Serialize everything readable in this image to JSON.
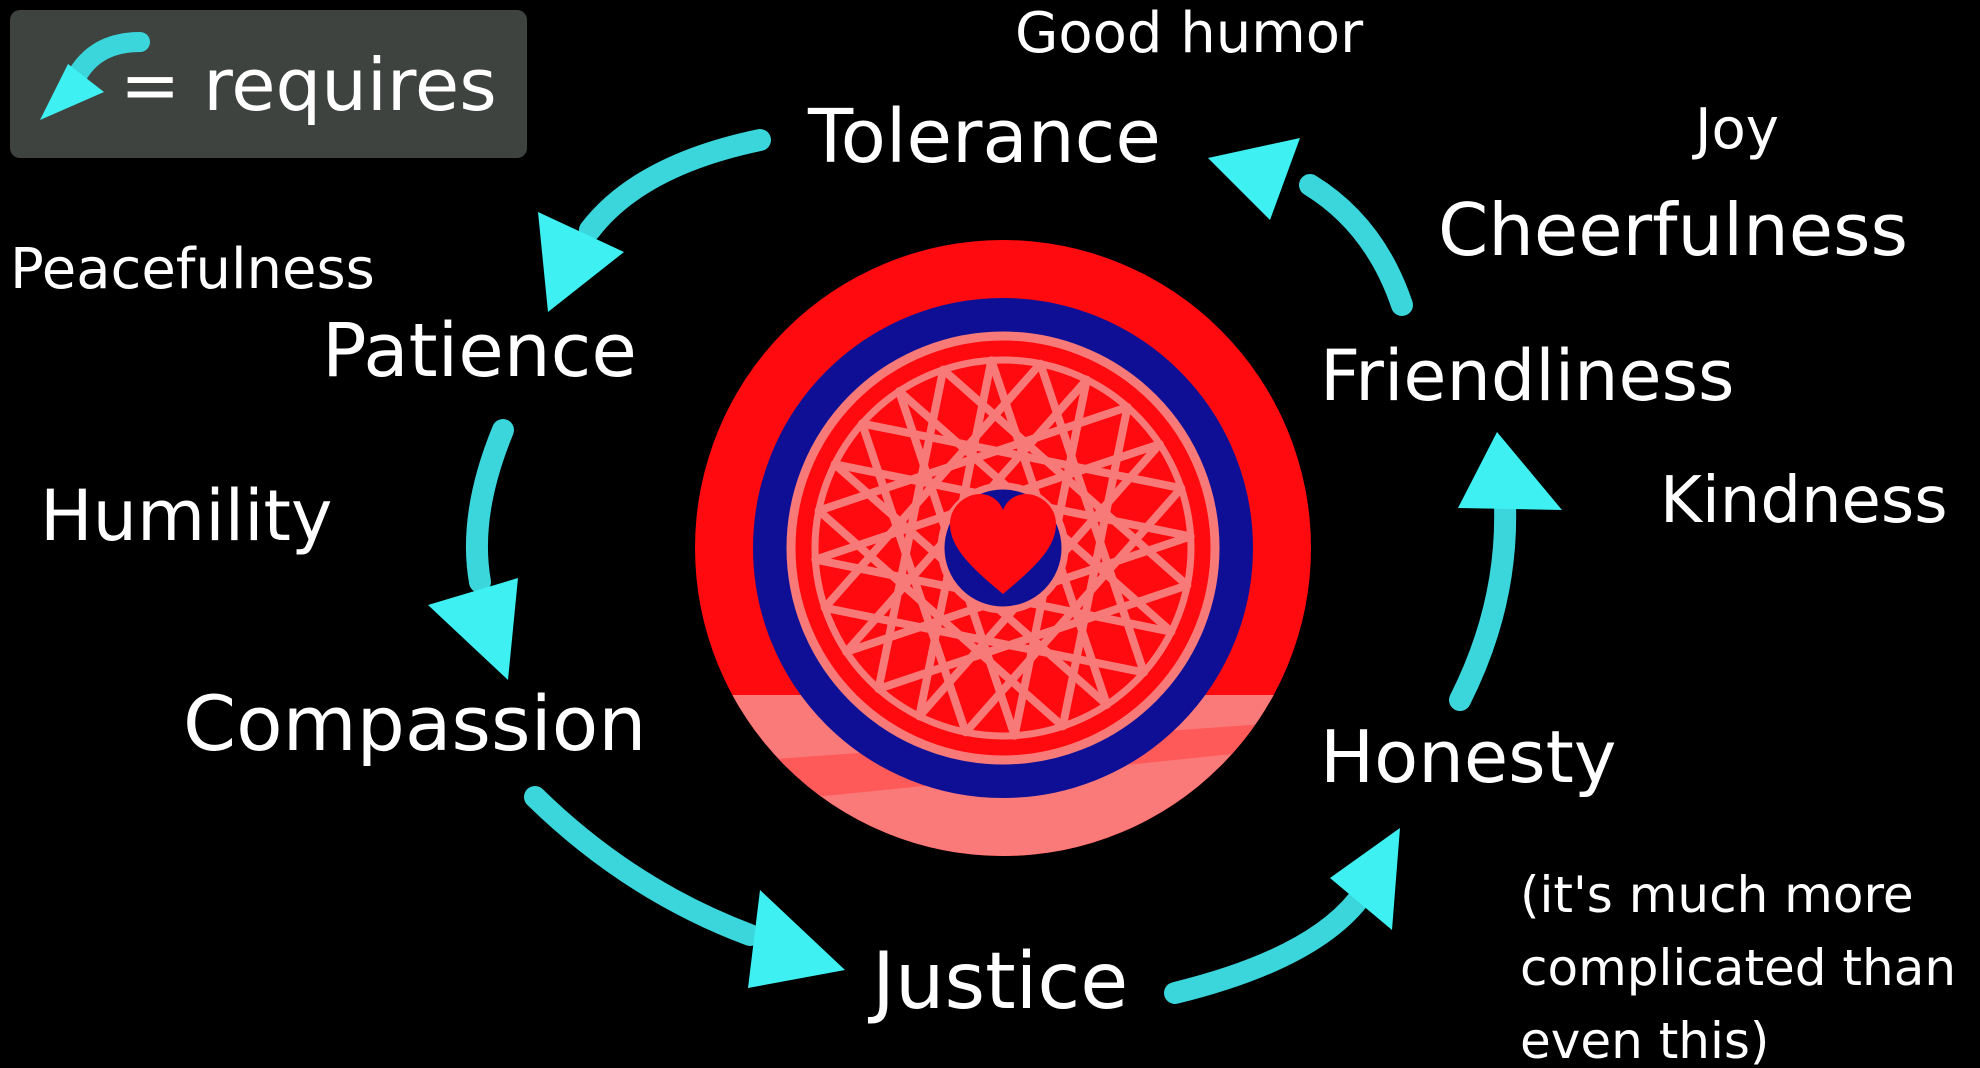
{
  "legend": {
    "text": "= requires",
    "icon": "curved-arrow-icon"
  },
  "colors": {
    "background": "#000000",
    "arrow": "#3ad6dc",
    "arrow_head": "#3ff0f2",
    "legend_box": "#3e4340",
    "wheel_outer": "#ff0a0f",
    "wheel_ring": "#0f0f96",
    "wheel_spokes": "#f77a78",
    "wheel_lower": "#fa7a7a",
    "text": "#ffffff"
  },
  "virtues": {
    "tolerance": "Tolerance",
    "patience": "Patience",
    "compassion": "Compassion",
    "justice": "Justice",
    "honesty": "Honesty",
    "friendliness": "Friendliness"
  },
  "related": {
    "good_humor": "Good humor",
    "joy": "Joy",
    "cheerfulness": "Cheerfulness",
    "peacefulness": "Peacefulness",
    "humility": "Humility",
    "kindness": "Kindness"
  },
  "note": {
    "line1": "(it's much more",
    "line2": "complicated than",
    "line3": "even this)"
  },
  "cycle": [
    {
      "from": "Tolerance",
      "requires": "Patience"
    },
    {
      "from": "Patience",
      "requires": "Compassion"
    },
    {
      "from": "Compassion",
      "requires": "Justice"
    },
    {
      "from": "Justice",
      "requires": "Honesty"
    },
    {
      "from": "Honesty",
      "requires": "Friendliness"
    },
    {
      "from": "Friendliness",
      "requires": "Tolerance"
    }
  ],
  "center_icon": "wheel-with-heart-icon"
}
